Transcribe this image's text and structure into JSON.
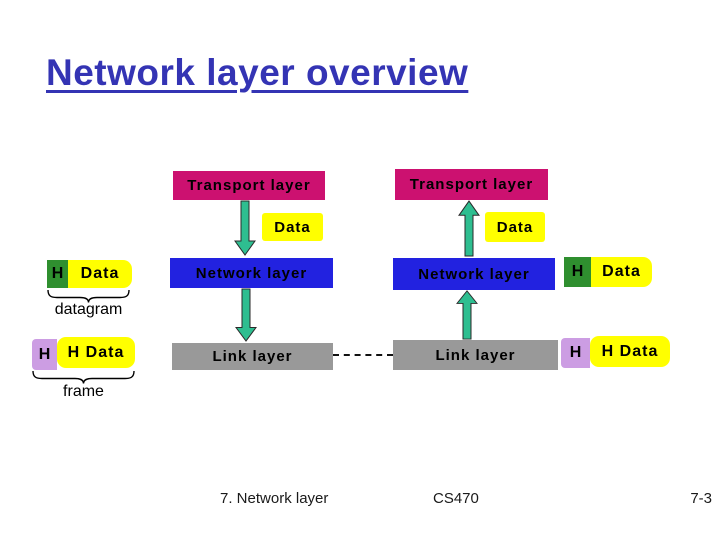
{
  "slide": {
    "title": "Network layer overview",
    "footer": {
      "lesson": "7. Network layer",
      "course": "CS470",
      "page": "7-3"
    }
  },
  "colors": {
    "title_text": "#3434B4",
    "transport_box": "#CC1170",
    "network_box": "#2222E0",
    "link_box": "#999999",
    "data_box": "#FFFF00",
    "datagram_header_box": "#2F8F2F",
    "frame_header_box": "#CC9DE3",
    "arrow": "#2EBE90"
  },
  "stacks": {
    "left": {
      "transport": "Transport layer",
      "data": "Data",
      "network": "Network layer",
      "link": "Link layer"
    },
    "right": {
      "transport": "Transport layer",
      "data": "Data",
      "network": "Network layer",
      "link": "Link layer"
    }
  },
  "pdus": {
    "left_datagram": {
      "header": "H",
      "payload": "Data",
      "label": "datagram"
    },
    "left_frame": {
      "header": "H",
      "payload": "H Data",
      "label": "frame"
    },
    "right_datagram": {
      "header": "H",
      "payload": "Data"
    },
    "right_frame": {
      "header": "H",
      "payload": "H Data"
    }
  },
  "icons": {
    "down_arrow": "encapsulation direction",
    "up_arrow": "decapsulation direction",
    "dashed_wire": "physical link between link layers"
  }
}
